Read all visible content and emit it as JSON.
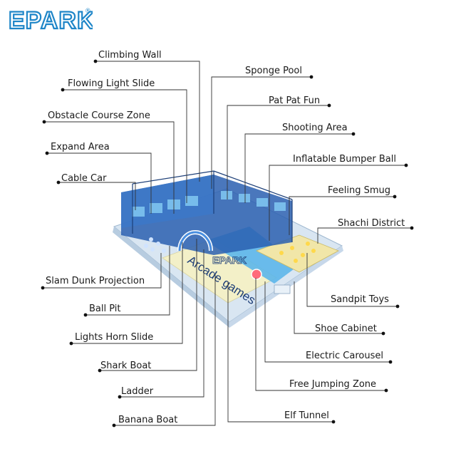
{
  "brand": {
    "logo_text": "EPARK",
    "registered_mark": "®"
  },
  "floor_text": {
    "main": "Arcade games",
    "logo": "EPARK"
  },
  "labels": {
    "climbing_wall": "Climbing Wall",
    "flowing_light_slide": "Flowing Light Slide",
    "obstacle_course_zone": "Obstacle Course Zone",
    "expand_area": "Expand Area",
    "cable_car": "Cable Car",
    "slam_dunk_projection": "Slam Dunk Projection",
    "ball_pit": "Ball Pit",
    "lights_horn_slide": "Lights Horn Slide",
    "shark_boat": "Shark Boat",
    "ladder": "Ladder",
    "banana_boat": "Banana Boat",
    "sponge_pool": "Sponge Pool",
    "pat_pat_fun": "Pat Pat Fun",
    "shooting_area": "Shooting Area",
    "inflatable_bumper_ball": "Inflatable Bumper Ball",
    "feeling_smug": "Feeling Smug",
    "shachi_district": "Shachi District",
    "sandpit_toys": "Sandpit Toys",
    "shoe_cabinet": "Shoe Cabinet",
    "electric_carousel": "Electric Carousel",
    "free_jumping_zone": "Free Jumping Zone",
    "elf_tunnel": "Elf Tunnel"
  },
  "colors": {
    "brand_blue": "#1f86c8",
    "line": "#333333",
    "structure_blue": "#2a5fb0",
    "floor_cream": "#f3f0c8",
    "base_light": "#d9e6f2"
  }
}
